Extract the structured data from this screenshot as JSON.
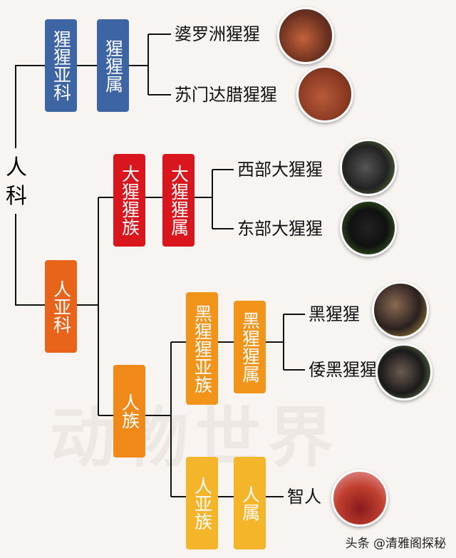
{
  "family": "人科",
  "colors": {
    "blue": "#3d65a3",
    "red": "#d9161e",
    "orange_dark": "#e8641b",
    "orange": "#f2931a",
    "yellow": "#f5b52b"
  },
  "boxes": {
    "ponginae": "猩猩亚科",
    "pongo": "猩猩属",
    "gorillini": "大猩猩族",
    "gorilla": "大猩猩属",
    "homininae": "人亚科",
    "hominini": "人族",
    "panina": "黑猩猩亚族",
    "pan": "黑猩猩属",
    "hominina": "人亚族",
    "homo": "人属"
  },
  "species": [
    "婆罗洲猩猩",
    "苏门达腊猩猩",
    "西部大猩猩",
    "东部大猩猩",
    "黑猩猩",
    "倭黑猩猩",
    "智人"
  ],
  "background_watermark": "动物世界",
  "watermark": "头条 @清雅阁探秘"
}
